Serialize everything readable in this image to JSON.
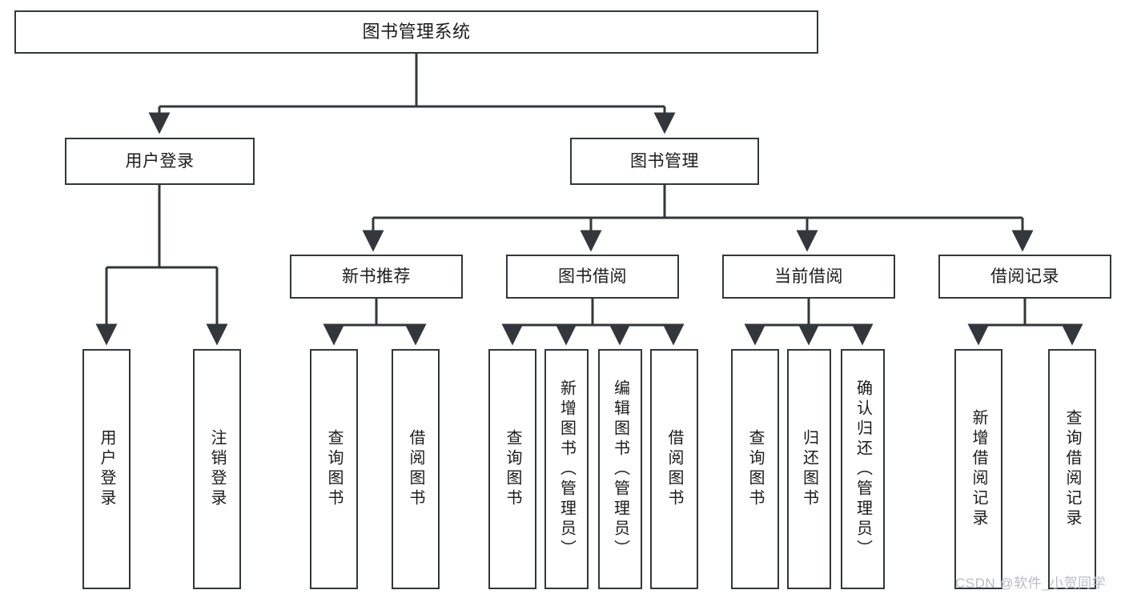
{
  "diagram": {
    "type": "tree-hierarchy",
    "title": "图书管理系统",
    "orientation": "top-down",
    "stroke_color": "#33373b",
    "fill_color": "#ffffff",
    "text_color": "#1b1b1b"
  },
  "nodes": {
    "root": {
      "label": "图书管理系统",
      "level": 0
    },
    "l1": [
      {
        "id": "user-login",
        "label": "用户登录",
        "level": 1
      },
      {
        "id": "book-manage",
        "label": "图书管理",
        "level": 1
      }
    ],
    "l2": [
      {
        "id": "new-book-recommend",
        "label": "新书推荐",
        "level": 2,
        "parent": "book-manage"
      },
      {
        "id": "book-borrow",
        "label": "图书借阅",
        "level": 2,
        "parent": "book-manage"
      },
      {
        "id": "current-borrow",
        "label": "当前借阅",
        "level": 2,
        "parent": "book-manage"
      },
      {
        "id": "borrow-record",
        "label": "借阅记录",
        "level": 2,
        "parent": "book-manage"
      }
    ],
    "leaves": [
      {
        "id": "leaf-user-login",
        "label": "用户登录",
        "parent": "user-login"
      },
      {
        "id": "leaf-logout-login",
        "label": "注销登录",
        "parent": "user-login"
      },
      {
        "id": "leaf-query-book-1",
        "label": "查询图书",
        "parent": "new-book-recommend"
      },
      {
        "id": "leaf-borrow-book-1",
        "label": "借阅图书",
        "parent": "new-book-recommend"
      },
      {
        "id": "leaf-query-book-2",
        "label": "查询图书",
        "parent": "book-borrow"
      },
      {
        "id": "leaf-add-book",
        "label": "新增图书（管理员）",
        "parent": "book-borrow"
      },
      {
        "id": "leaf-edit-book",
        "label": "编辑图书（管理员）",
        "parent": "book-borrow"
      },
      {
        "id": "leaf-borrow-book-2",
        "label": "借阅图书",
        "parent": "book-borrow"
      },
      {
        "id": "leaf-query-book-3",
        "label": "查询图书",
        "parent": "current-borrow"
      },
      {
        "id": "leaf-return-book",
        "label": "归还图书",
        "parent": "current-borrow"
      },
      {
        "id": "leaf-confirm-return",
        "label": "确认归还（管理员）",
        "parent": "current-borrow"
      },
      {
        "id": "leaf-add-record",
        "label": "新增借阅记录",
        "parent": "borrow-record"
      },
      {
        "id": "leaf-query-record",
        "label": "查询借阅记录",
        "parent": "borrow-record"
      }
    ]
  },
  "watermark": {
    "text": "CSDN @软件_小贺同学"
  }
}
